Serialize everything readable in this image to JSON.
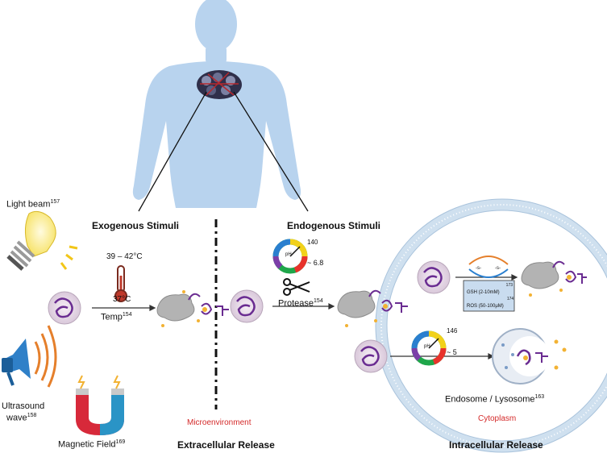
{
  "labels": {
    "light_beam": "Light beam",
    "light_beam_ref": "157",
    "exogenous": "Exogenous Stimuli",
    "endogenous": "Endogenous Stimuli",
    "temp_range": "39 – 42°C",
    "temp_base": "37°C",
    "temp": "Temp",
    "temp_ref": "154",
    "ph_ref_1": "140",
    "ph_value_1": "~ 6.8",
    "protease": "Protease",
    "protease_ref": "154",
    "ph_ref_2": "146",
    "ph_value_2": "~ 5",
    "gsh": "GSH (2-10mM)",
    "gsh_ref": "173",
    "ros": "ROS (50-100μM)",
    "ros_ref": "174",
    "endosome": "Endosome / Lysosome",
    "endosome_ref": "163",
    "ultrasound_line1": "Ultrasound",
    "ultrasound_line2": "wave",
    "ultrasound_ref": "158",
    "magnetic": "Magnetic Field",
    "magnetic_ref": "169",
    "microenvironment": "Microenvironment",
    "extracellular": "Extracellular Release",
    "cytoplasm": "Cytoplasm",
    "intracellular": "Intracellular Release",
    "ph_dial_label": "pH"
  },
  "colors": {
    "body": "#b8d3ee",
    "cell_membrane": "#cfe0ef",
    "nanoparticle_core": "#6a2c91",
    "accent_red": "#d42a2a",
    "drug_dot": "#f2b233",
    "box_fill": "#c9dcef"
  }
}
